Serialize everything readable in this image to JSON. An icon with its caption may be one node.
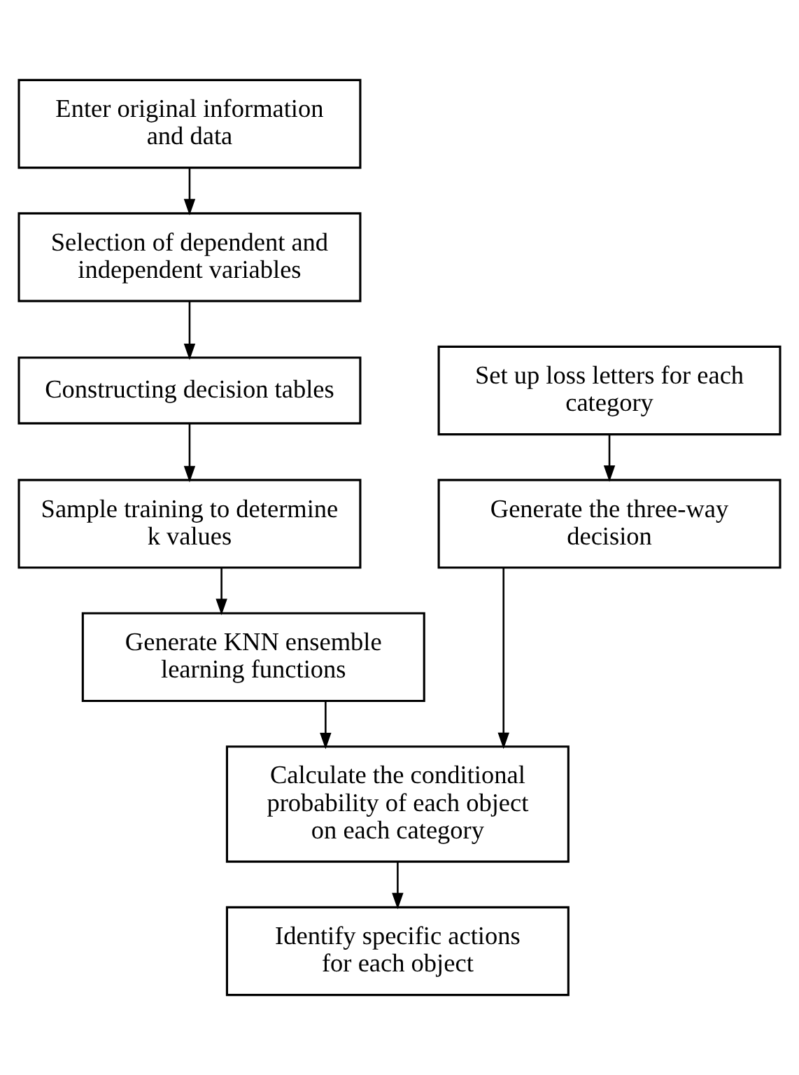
{
  "diagram": {
    "nodes": [
      {
        "text": [
          "Enter original information and data"
        ]
      },
      {
        "text": [
          "Selection of dependent and independent variables"
        ]
      },
      {
        "text": [
          "Constructing decision tables"
        ]
      },
      {
        "text": [
          "Sample training to determine k values"
        ]
      },
      {
        "text": [
          "Generate KNN ensemble learning functions"
        ]
      },
      {
        "text": [
          "Calculate the conditional probability of each object on each category"
        ]
      },
      {
        "text": [
          "Set up loss letters for each category"
        ]
      },
      {
        "text": [
          "Generate the three-way decision"
        ]
      },
      {
        "text": [
          "Identify specific actions for each object"
        ]
      }
    ],
    "edges": [
      {
        "from": 0,
        "to": 1,
        "arrow": "to"
      },
      {
        "from": 1,
        "to": 2,
        "arrow": "to"
      },
      {
        "from": 2,
        "to": 3,
        "arrow": "to"
      },
      {
        "from": 3,
        "to": 4,
        "arrow": "to"
      },
      {
        "from": 4,
        "to": 5,
        "arrow": "to"
      },
      {
        "from": 6,
        "to": 7,
        "arrow": "to"
      },
      {
        "from": 7,
        "to": 5,
        "arrow": "to"
      },
      {
        "from": 5,
        "to": 8,
        "arrow": "to"
      }
    ]
  }
}
